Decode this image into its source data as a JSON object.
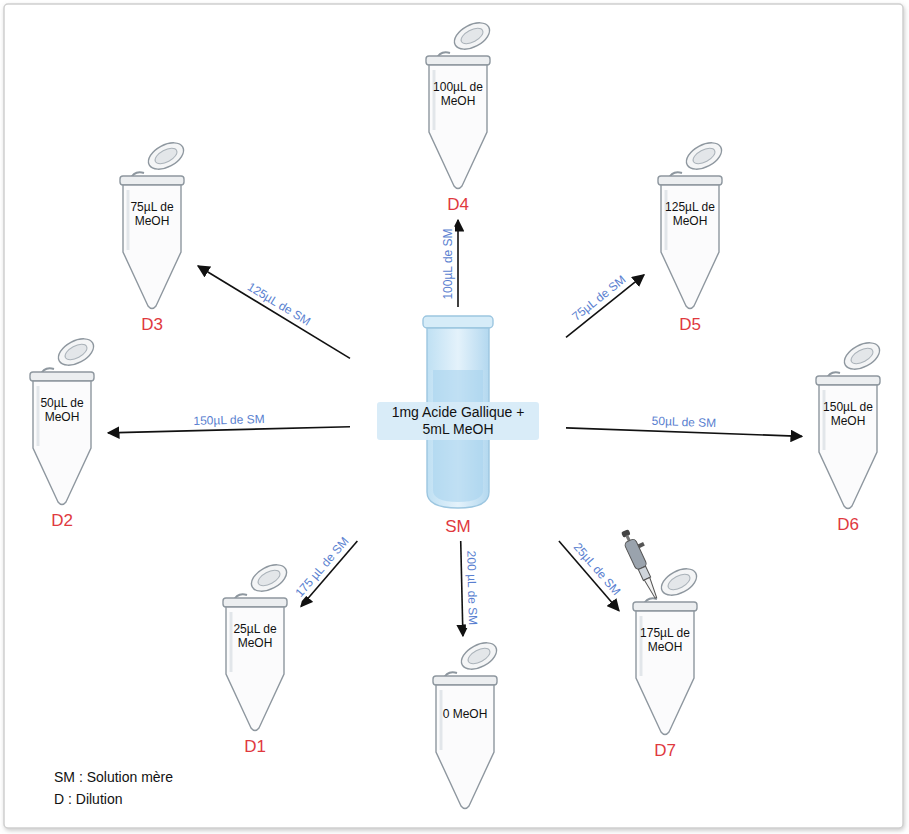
{
  "diagram": {
    "nodes": [
      {
        "text": [
          "100µL de MeOH",
          "D4"
        ]
      },
      {
        "text": [
          "75µL de MeOH",
          "D3"
        ]
      },
      {
        "text": [
          "125µL de MeOH",
          "D5"
        ]
      },
      {
        "text": [
          "50µL de MeOH",
          "D2"
        ]
      },
      {
        "text": [
          "1mg Acide Gallique + 5mL MeOH",
          "SM"
        ]
      },
      {
        "text": [
          "150µL de MeOH",
          "D6"
        ]
      },
      {
        "text": [
          "25µL de MeOH",
          "D1"
        ]
      },
      {
        "text": [
          "0 MeOH"
        ]
      },
      {
        "text": [
          "175µL de MeOH",
          "D7"
        ]
      }
    ],
    "edges": [
      {
        "from": 4,
        "to": 0,
        "label": "100µL de SM",
        "arrow": "to"
      },
      {
        "from": 4,
        "to": 1,
        "label": "125µL de SM",
        "arrow": "to"
      },
      {
        "from": 4,
        "to": 2,
        "label": "75µL de SM",
        "arrow": "to"
      },
      {
        "from": 4,
        "to": 3,
        "label": "150µL de SM",
        "arrow": "to"
      },
      {
        "from": 4,
        "to": 5,
        "label": "50µL de SM",
        "arrow": "to"
      },
      {
        "from": 4,
        "to": 6,
        "label": "175 µL de SM",
        "arrow": "to"
      },
      {
        "from": 4,
        "to": 7,
        "label": "200 µL de SM",
        "arrow": "to"
      },
      {
        "from": 4,
        "to": 8,
        "label": "25µL de SM",
        "arrow": "to"
      }
    ],
    "labels": [
      "SM : Solution mère",
      "D : Dilution"
    ]
  }
}
